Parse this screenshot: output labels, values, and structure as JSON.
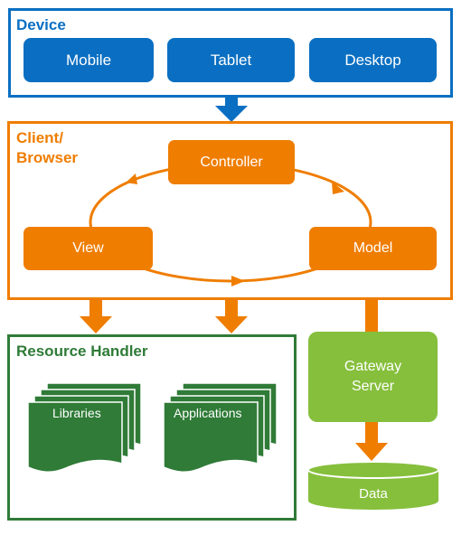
{
  "device": {
    "title": "Device",
    "items": [
      "Mobile",
      "Tablet",
      "Desktop"
    ]
  },
  "client": {
    "title_line1": "Client/",
    "title_line2": "Browser",
    "controller": "Controller",
    "view": "View",
    "model": "Model"
  },
  "resource": {
    "title": "Resource Handler",
    "libraries": "Libraries",
    "applications": "Applications"
  },
  "gateway": {
    "line1": "Gateway",
    "line2": "Server"
  },
  "data": {
    "label": "Data"
  },
  "colors": {
    "device_blue": "#0a6fc2",
    "client_orange": "#ef7d00",
    "resource_green": "#2f7b37",
    "gateway_green": "#86bf3c"
  }
}
